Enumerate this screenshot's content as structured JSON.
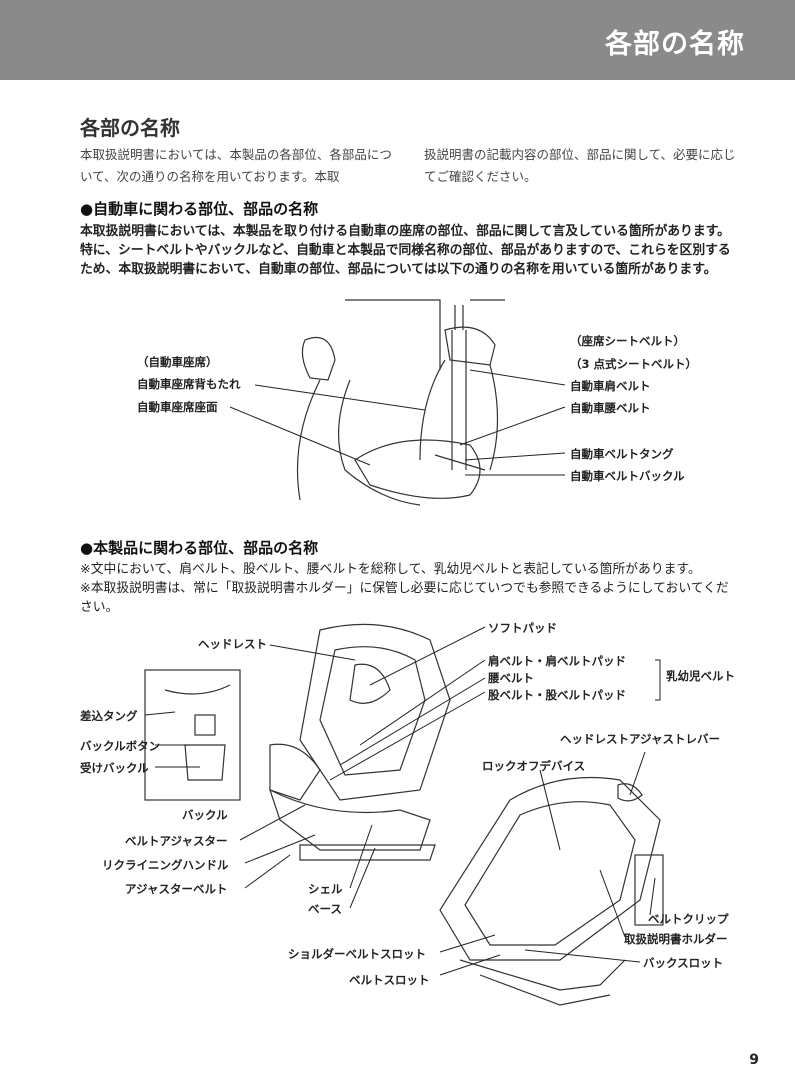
{
  "header": {
    "title": "各部の名称"
  },
  "section_title": "各部の名称",
  "intro": {
    "left": "本取扱説明書においては、本製品の各部位、各部品について、次の通りの名称を用いております。本取",
    "right": "扱説明書の記載内容の部位、部品に関して、必要に応じてご確認ください。"
  },
  "car_section": {
    "heading": "●自動車に関わる部位、部品の名称",
    "body": "本取扱説明書においては、本製品を取り付ける自動車の座席の部位、部品に関して言及している箇所があります。特に、シートベルトやバックルなど、自動車と本製品で同様名称の部位、部品がありますので、これらを区別するため、本取扱説明書において、自動車の部位、部品については以下の通りの名称を用いている箇所があります。",
    "labels": {
      "car_seat": "（自動車座席）",
      "seat_back": "自動車座席背もたれ",
      "seat_cushion": "自動車座席座面",
      "seat_belt": "（座席シートベルト）",
      "three_point": "（3 点式シートベルト）",
      "shoulder_belt": "自動車肩ベルト",
      "lap_belt": "自動車腰ベルト",
      "belt_tongue": "自動車ベルトタング",
      "belt_buckle": "自動車ベルトバックル"
    }
  },
  "product_section": {
    "heading": "●本製品に関わる部位、部品の名称",
    "note1": "※文中において、肩ベルト、股ベルト、腰ベルトを総称して、乳幼児ベルトと表記している箇所があります。",
    "note2": "※本取扱説明書は、常に「取扱説明書ホルダー」に保管し必要に応じていつでも参照できるようにしておいてください。",
    "labels": {
      "headrest": "ヘッドレスト",
      "soft_pad": "ソフトパッド",
      "shoulder_pad": "肩ベルト・肩ベルトパッド",
      "waist_belt": "腰ベルト",
      "crotch_pad": "股ベルト・股ベルトパッド",
      "infant_belt": "乳幼児ベルト",
      "insert_tongue": "差込タング",
      "buckle_button": "バックルボタン",
      "receiver_buckle": "受けバックル",
      "buckle": "バックル",
      "belt_adjuster": "ベルトアジャスター",
      "recline_handle": "リクライニングハンドル",
      "adjuster_belt": "アジャスターベルト",
      "shell": "シェル",
      "base": "ベース",
      "headrest_lever": "ヘッドレストアジャストレバー",
      "lockoff": "ロックオフデバイス",
      "belt_clip": "ベルトクリップ",
      "manual_holder": "取扱説明書ホルダー",
      "back_slot": "バックスロット",
      "shoulder_slot": "ショルダーベルトスロット",
      "belt_slot": "ベルトスロット"
    }
  },
  "page_number": "9"
}
